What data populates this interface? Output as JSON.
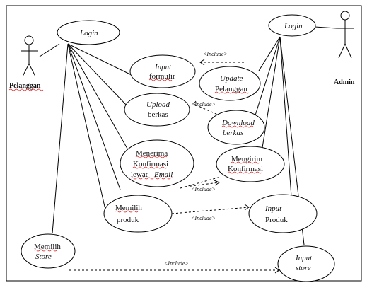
{
  "actors": {
    "customer": "Pelanggan",
    "admin": "Admin"
  },
  "use_cases": {
    "login_customer": "Login",
    "login_admin": "Login",
    "input_form_1": "Input",
    "input_form_2": "formulir",
    "upload_1": "Upload",
    "upload_2": "berkas",
    "receive_1": "Menerima",
    "receive_2": "Konfirmasi",
    "receive_3a": "lewat",
    "receive_3b": "Email",
    "choose_product_1": "Memilih",
    "choose_product_2": "produk",
    "choose_store_1": "Memilih",
    "choose_store_2": "Store",
    "update_1": "Update",
    "update_2": "Pelanggan",
    "download_1": "Download",
    "download_2": "berkas",
    "send_1": "Mengirim",
    "send_2": "Konfirmasi",
    "input_product_1": "Input",
    "input_product_2": "Produk",
    "input_store_1": "Input",
    "input_store_2": "store"
  },
  "relations": {
    "include_1": "<Include>",
    "include_2": "<Include>",
    "include_3": "<Include>",
    "include_4": "<Include>",
    "include_5": "<Include>"
  }
}
